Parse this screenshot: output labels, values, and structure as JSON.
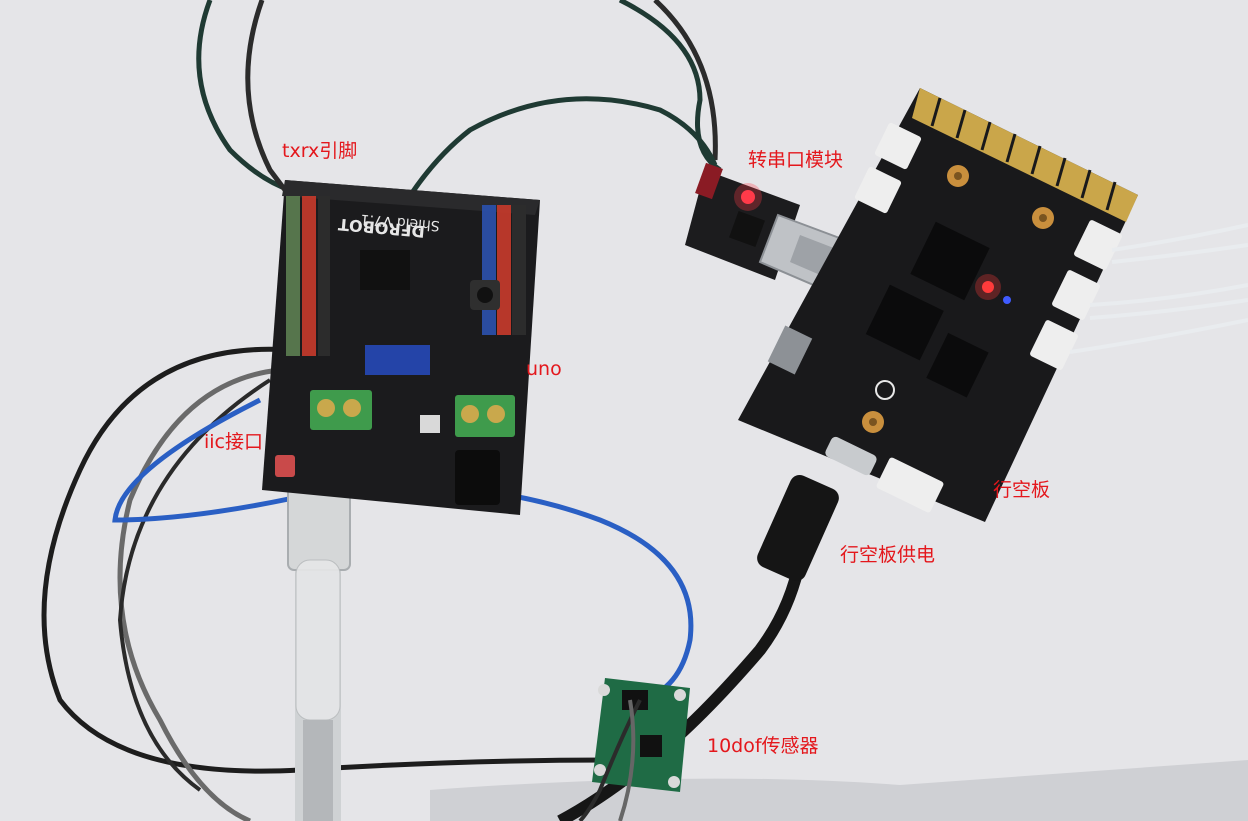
{
  "labels": {
    "txrx_pins": "txrx引脚",
    "serial_module": "转串口模块",
    "uno": "uno",
    "iic_port": "iic接口",
    "board": "行空板",
    "board_power": "行空板供电",
    "sensor": "10dof传感器"
  },
  "board_text": {
    "shield_name": "Shield V7.1",
    "shield_brand": "DFROBOT"
  },
  "colors": {
    "label_red": "#e4171c",
    "table": "#e9eaec",
    "pcb_black": "#1a1a1c",
    "blue_cable": "#2a5fc4"
  }
}
